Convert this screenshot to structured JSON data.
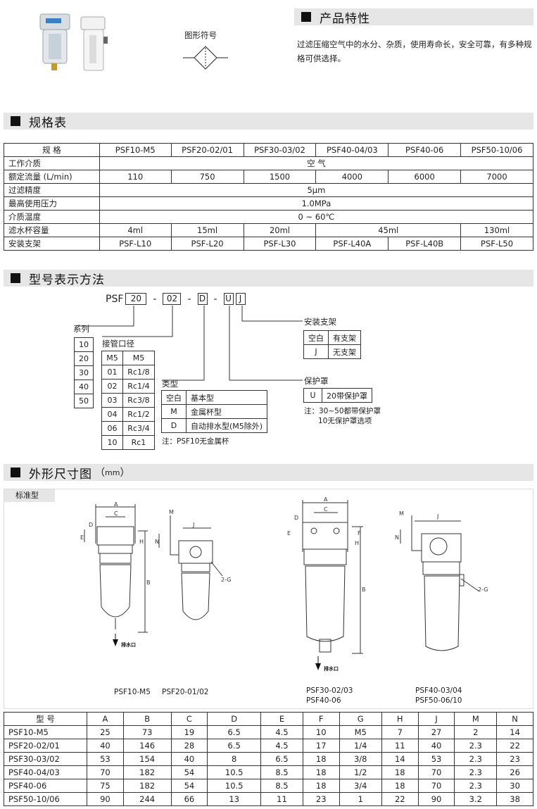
{
  "features": {
    "section_title": "产品特性",
    "symbol_label": "图形符号",
    "description": "过滤压缩空气中的水分、杂质，使用寿命长，安全可靠，有多种规格可供选择。"
  },
  "spec": {
    "section_title": "规格表",
    "header": [
      "规 格",
      "PSF10-M5",
      "PSF20-02/01",
      "PSF30-03/02",
      "PSF40-04/03",
      "PSF40-06",
      "PSF50-10/06"
    ],
    "rows": {
      "medium": {
        "label": "工作介质",
        "value": "空 气"
      },
      "flow": {
        "label": "额定流量 (L/min)",
        "values": [
          "110",
          "750",
          "1500",
          "4000",
          "6000",
          "7000"
        ]
      },
      "precision": {
        "label": "过滤精度",
        "value": "5μm"
      },
      "pressure": {
        "label": "最高使用压力",
        "value": "1.0MPa"
      },
      "temp": {
        "label": "介质温度",
        "value": "0 ~ 60℃"
      },
      "cup": {
        "label": "滤水杯容量",
        "values": [
          "4ml",
          "15ml",
          "20ml",
          "45ml",
          "130ml"
        ]
      },
      "bracket": {
        "label": "安装支架",
        "values": [
          "PSF-L10",
          "PSF-L20",
          "PSF-L30",
          "PSF-L40A",
          "PSF-L40B",
          "PSF-L50"
        ]
      }
    }
  },
  "model": {
    "section_title": "型号表示方法",
    "code": {
      "prefix": "PSF",
      "b1": "20",
      "b2": "02",
      "b3": "D",
      "b4": "U",
      "b5": "J",
      "dash": "-"
    },
    "series_label": "系列",
    "series": [
      "10",
      "20",
      "30",
      "40",
      "50"
    ],
    "port_label": "接管口径",
    "ports": [
      [
        "M5",
        "M5"
      ],
      [
        "01",
        "Rc1/8"
      ],
      [
        "02",
        "Rc1/4"
      ],
      [
        "03",
        "Rc3/8"
      ],
      [
        "04",
        "Rc1/2"
      ],
      [
        "06",
        "Rc3/4"
      ],
      [
        "10",
        "Rc1"
      ]
    ],
    "type_label": "类型",
    "types": [
      [
        "空白",
        "基本型"
      ],
      [
        "M",
        "金属杯型"
      ],
      [
        "D",
        "自动排水型(M5除外)"
      ]
    ],
    "type_note": "注：PSF10无金属杯",
    "bracket_label": "安装支架",
    "brackets": [
      [
        "空白",
        "有支架"
      ],
      [
        "J",
        "无支架"
      ]
    ],
    "guard_label": "保护罩",
    "guards": [
      [
        "U",
        "20带保护罩"
      ]
    ],
    "guard_note1": "注：30~50都带保护罩",
    "guard_note2": "10无保护罩选项"
  },
  "dims": {
    "section_title": "外形尺寸图",
    "unit": "mm",
    "tab_label": "标准型",
    "drain_label": "排水口",
    "caption1a": "PSF10-M5",
    "caption1b": "PSF20-01/02",
    "caption2a": "PSF30-02/03",
    "caption2b": "PSF40-06",
    "caption3a": "PSF40-03/04",
    "caption3b": "PSF50-06/10",
    "letters": [
      "A",
      "B",
      "C",
      "D",
      "E",
      "F",
      "G",
      "H",
      "J",
      "M",
      "N"
    ],
    "port_g": "2-G",
    "header": [
      "型 号",
      "A",
      "B",
      "C",
      "D",
      "E",
      "F",
      "G",
      "H",
      "J",
      "M",
      "N"
    ],
    "rows": [
      [
        "PSF10-M5",
        "25",
        "73",
        "19",
        "6.5",
        "4.5",
        "10",
        "M5",
        "7",
        "27",
        "2",
        "14"
      ],
      [
        "PSF20-02/01",
        "40",
        "146",
        "28",
        "6.5",
        "4.5",
        "17",
        "1/4",
        "11",
        "40",
        "2.3",
        "22"
      ],
      [
        "PSF30-03/02",
        "53",
        "154",
        "40",
        "8",
        "6.5",
        "18",
        "3/8",
        "14",
        "53",
        "2.3",
        "23"
      ],
      [
        "PSF40-04/03",
        "70",
        "182",
        "54",
        "10.5",
        "8.5",
        "18",
        "1/2",
        "18",
        "70",
        "2.3",
        "26"
      ],
      [
        "PSF40-06",
        "75",
        "182",
        "54",
        "10.5",
        "8.5",
        "18",
        "3/4",
        "18",
        "70",
        "2.3",
        "30"
      ],
      [
        "PSF50-10/06",
        "90",
        "244",
        "66",
        "13",
        "11",
        "23",
        "1",
        "22",
        "90",
        "3.2",
        "38"
      ]
    ]
  }
}
